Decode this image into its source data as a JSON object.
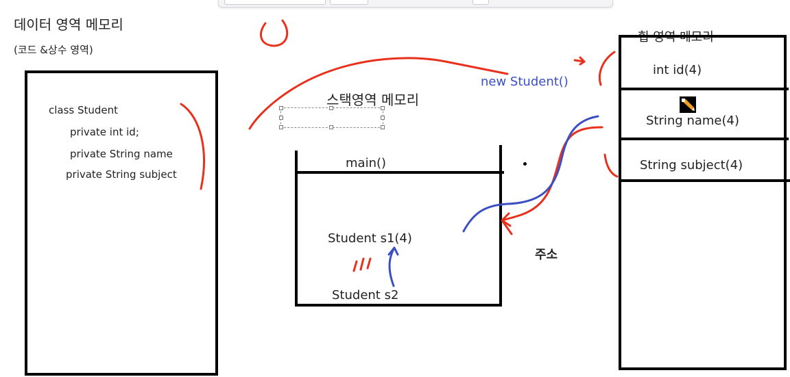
{
  "data_area": {
    "title": "데이터 영역 메모리",
    "subtitle": "(코드 &상수 영역)",
    "code_lines": [
      "class Student",
      "private int id;",
      "private String name",
      "private String subject"
    ]
  },
  "stack_area": {
    "title": "스택영역 메모리",
    "frame_label": "main()",
    "var1": "Student s1(4)",
    "var2": "Student s2",
    "ditto_mark": "//"
  },
  "heap_area": {
    "title": "힙 영역 메모리",
    "fields": [
      "int id(4)",
      "String name(4)",
      "String subject(4)"
    ]
  },
  "annotations": {
    "new_student": "new Student()",
    "address": "주소",
    "paren": "()"
  },
  "colors": {
    "red_ink": "#e8301c",
    "blue_ink": "#3b4fc4",
    "black_ink": "#000000"
  }
}
